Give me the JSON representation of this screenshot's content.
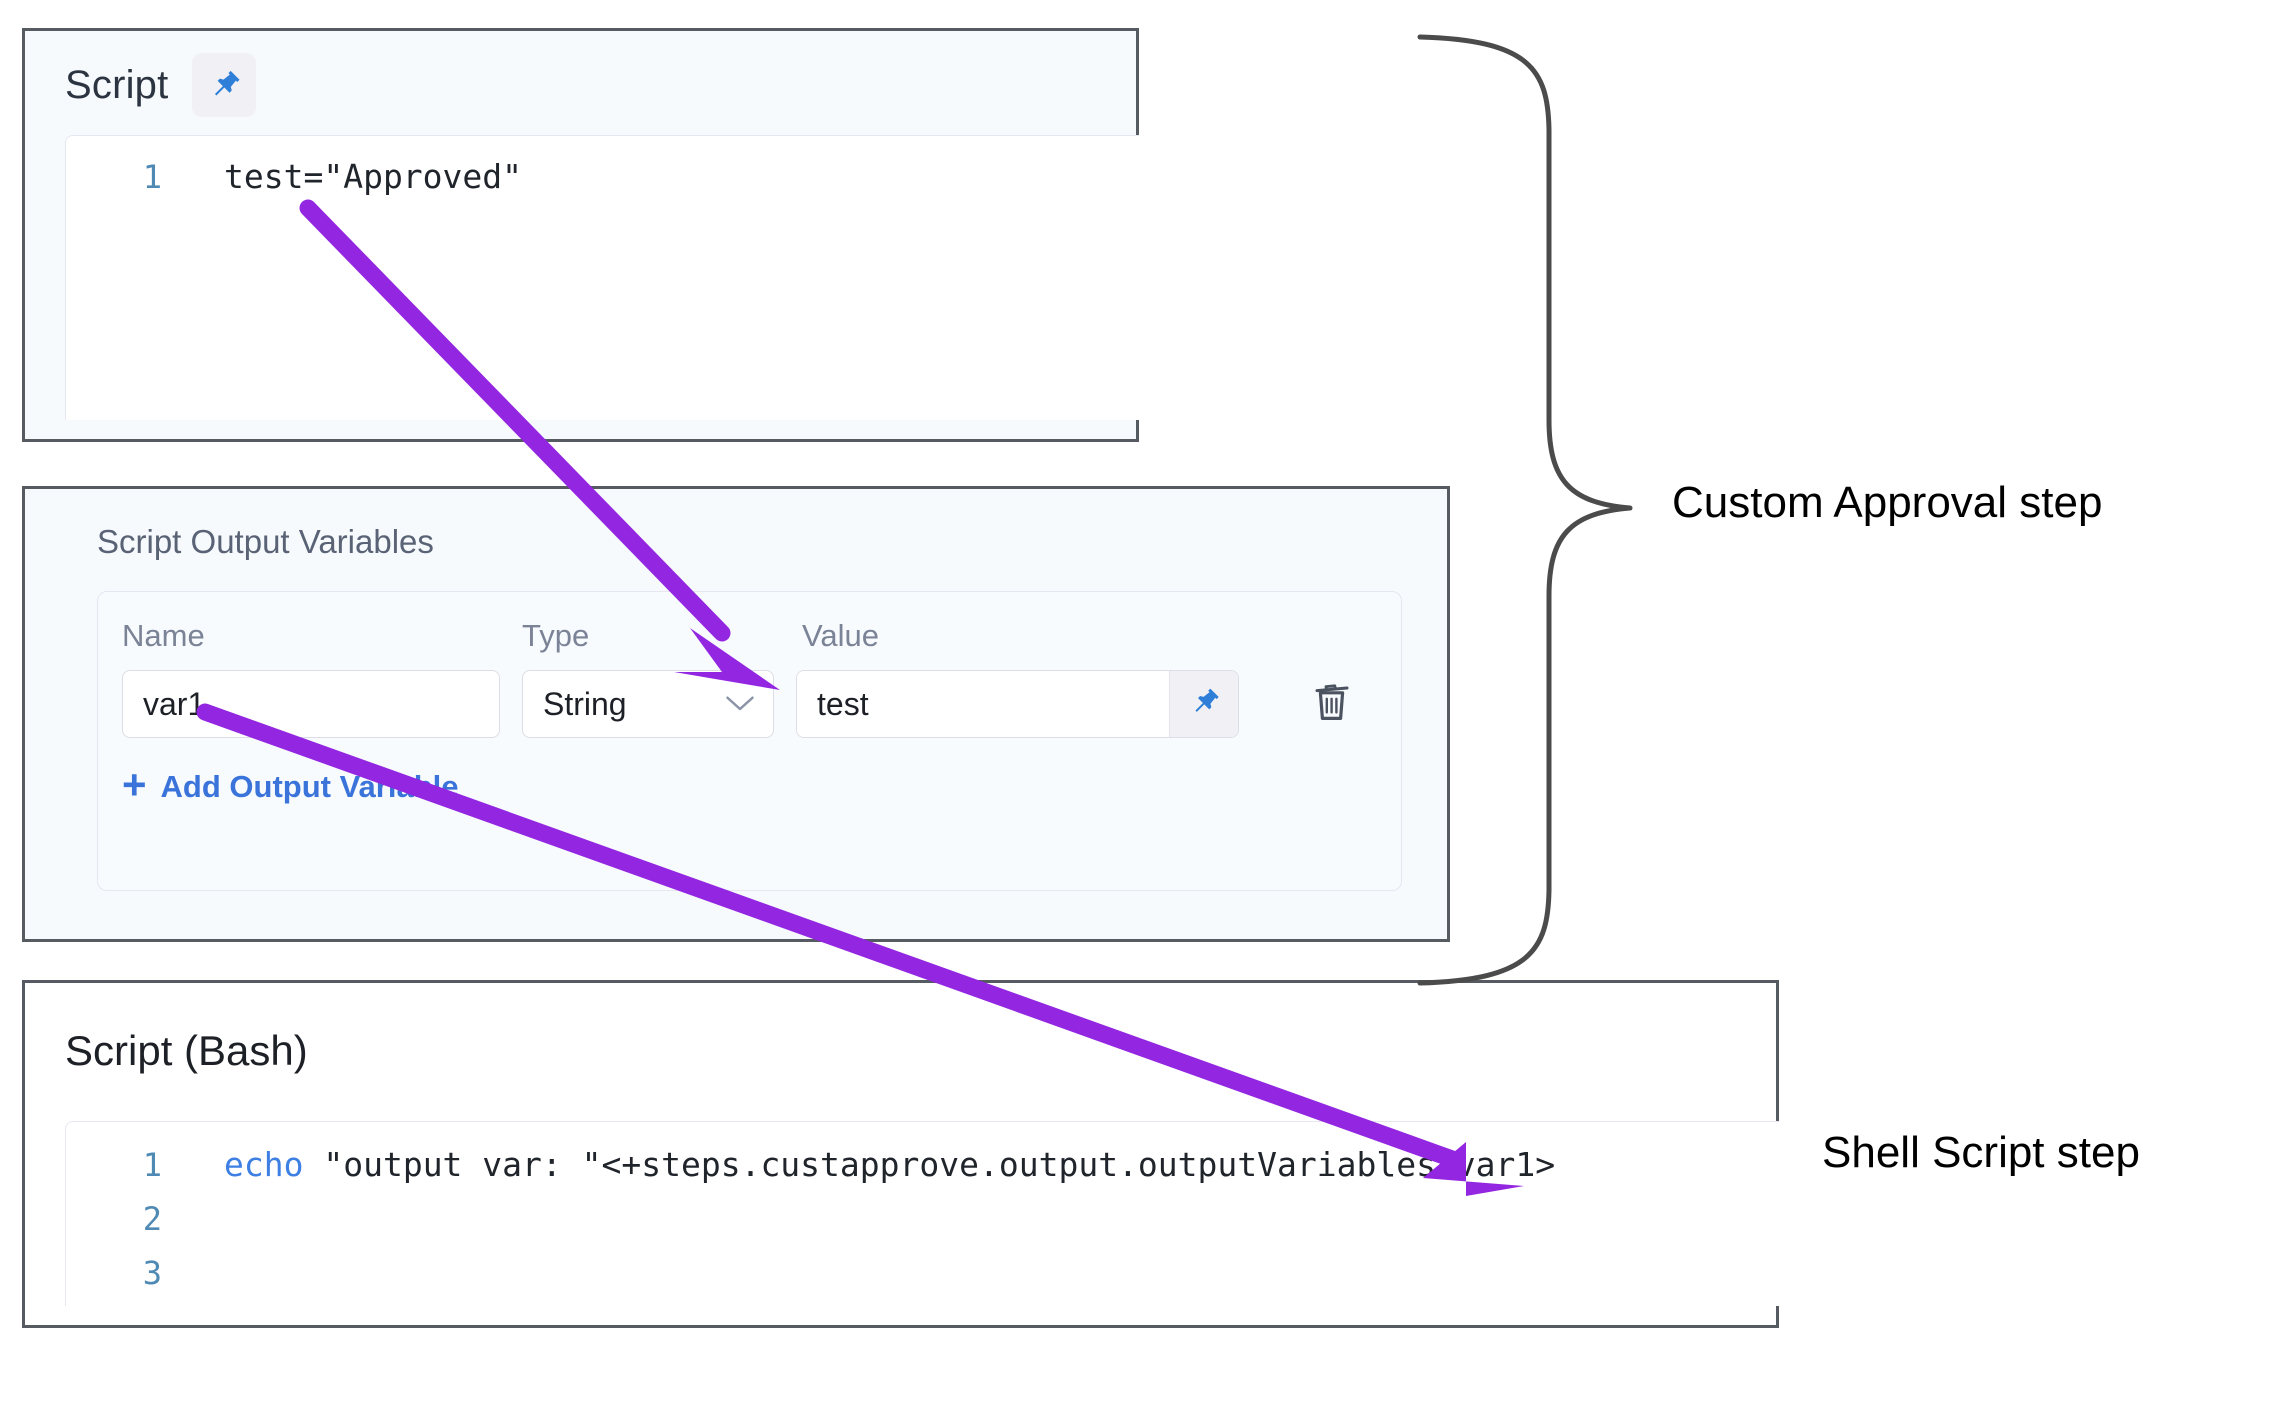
{
  "script_panel": {
    "title": "Script",
    "pin_icon": "pin-icon",
    "code": {
      "lines": [
        {
          "number": "1",
          "text": "test=\"Approved\""
        }
      ]
    }
  },
  "output_variables_panel": {
    "title": "Script Output Variables",
    "columns": [
      "Name",
      "Type",
      "Value"
    ],
    "rows": [
      {
        "name": "var1",
        "type": "String",
        "value": "test",
        "pin_icon": "pin-icon",
        "delete_icon": "trash-icon",
        "chevron_icon": "chevron-down-icon"
      }
    ],
    "add_label": "Add Output Variable",
    "add_icon": "plus-icon"
  },
  "bash_panel": {
    "title": "Script (Bash)",
    "code": {
      "lines": [
        {
          "number": "1",
          "keyword": "echo",
          "text": " \"output var: \"<+steps.custapprove.output.outputVariables.var1>"
        },
        {
          "number": "2",
          "keyword": "",
          "text": ""
        },
        {
          "number": "3",
          "keyword": "",
          "text": ""
        }
      ]
    }
  },
  "annotations": {
    "custom_approval_step": "Custom Approval step",
    "shell_script_step": "Shell Script step",
    "brace_color": "#4b4b4b",
    "arrow_color": "#9326E0"
  }
}
